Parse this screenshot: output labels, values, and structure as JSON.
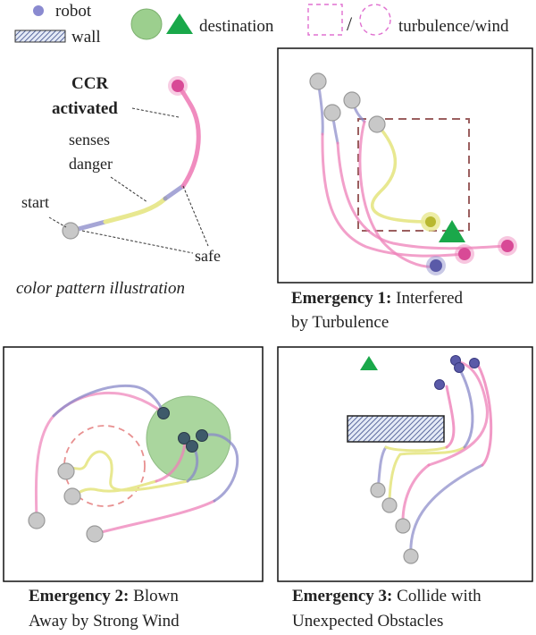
{
  "legend": {
    "robot": "robot",
    "wall": "wall",
    "destination": "destination",
    "separator": "/",
    "turbulence_wind": "turbulence/wind"
  },
  "illustration": {
    "ccr_line1": "CCR",
    "ccr_line2": "activated",
    "senses_line1": "senses",
    "senses_line2": "danger",
    "start": "start",
    "safe": "safe",
    "caption": "color pattern illustration"
  },
  "panels": [
    {
      "caption_bold": "Emergency 1:",
      "caption_rest": " Interfered",
      "caption_line2": "by Turbulence"
    },
    {
      "caption_bold": "Emergency 2:",
      "caption_rest": " Blown",
      "caption_line2": "Away by Strong Wind"
    },
    {
      "caption_bold": "Emergency 3:",
      "caption_rest": " Collide with",
      "caption_line2": "Unexpected Obstacles"
    }
  ],
  "colors": {
    "safe": "#8888c8",
    "danger": "#e8e890",
    "ccr": "#ee80b8",
    "robot": "#5a5aa8",
    "destination": "#1aa84a",
    "destination_zone": "#9ccf8e",
    "turbulence": "#9b5f5f",
    "wind": "#e89090",
    "legend_turbulence": "#e070d0",
    "start": "#c8c8c8"
  }
}
